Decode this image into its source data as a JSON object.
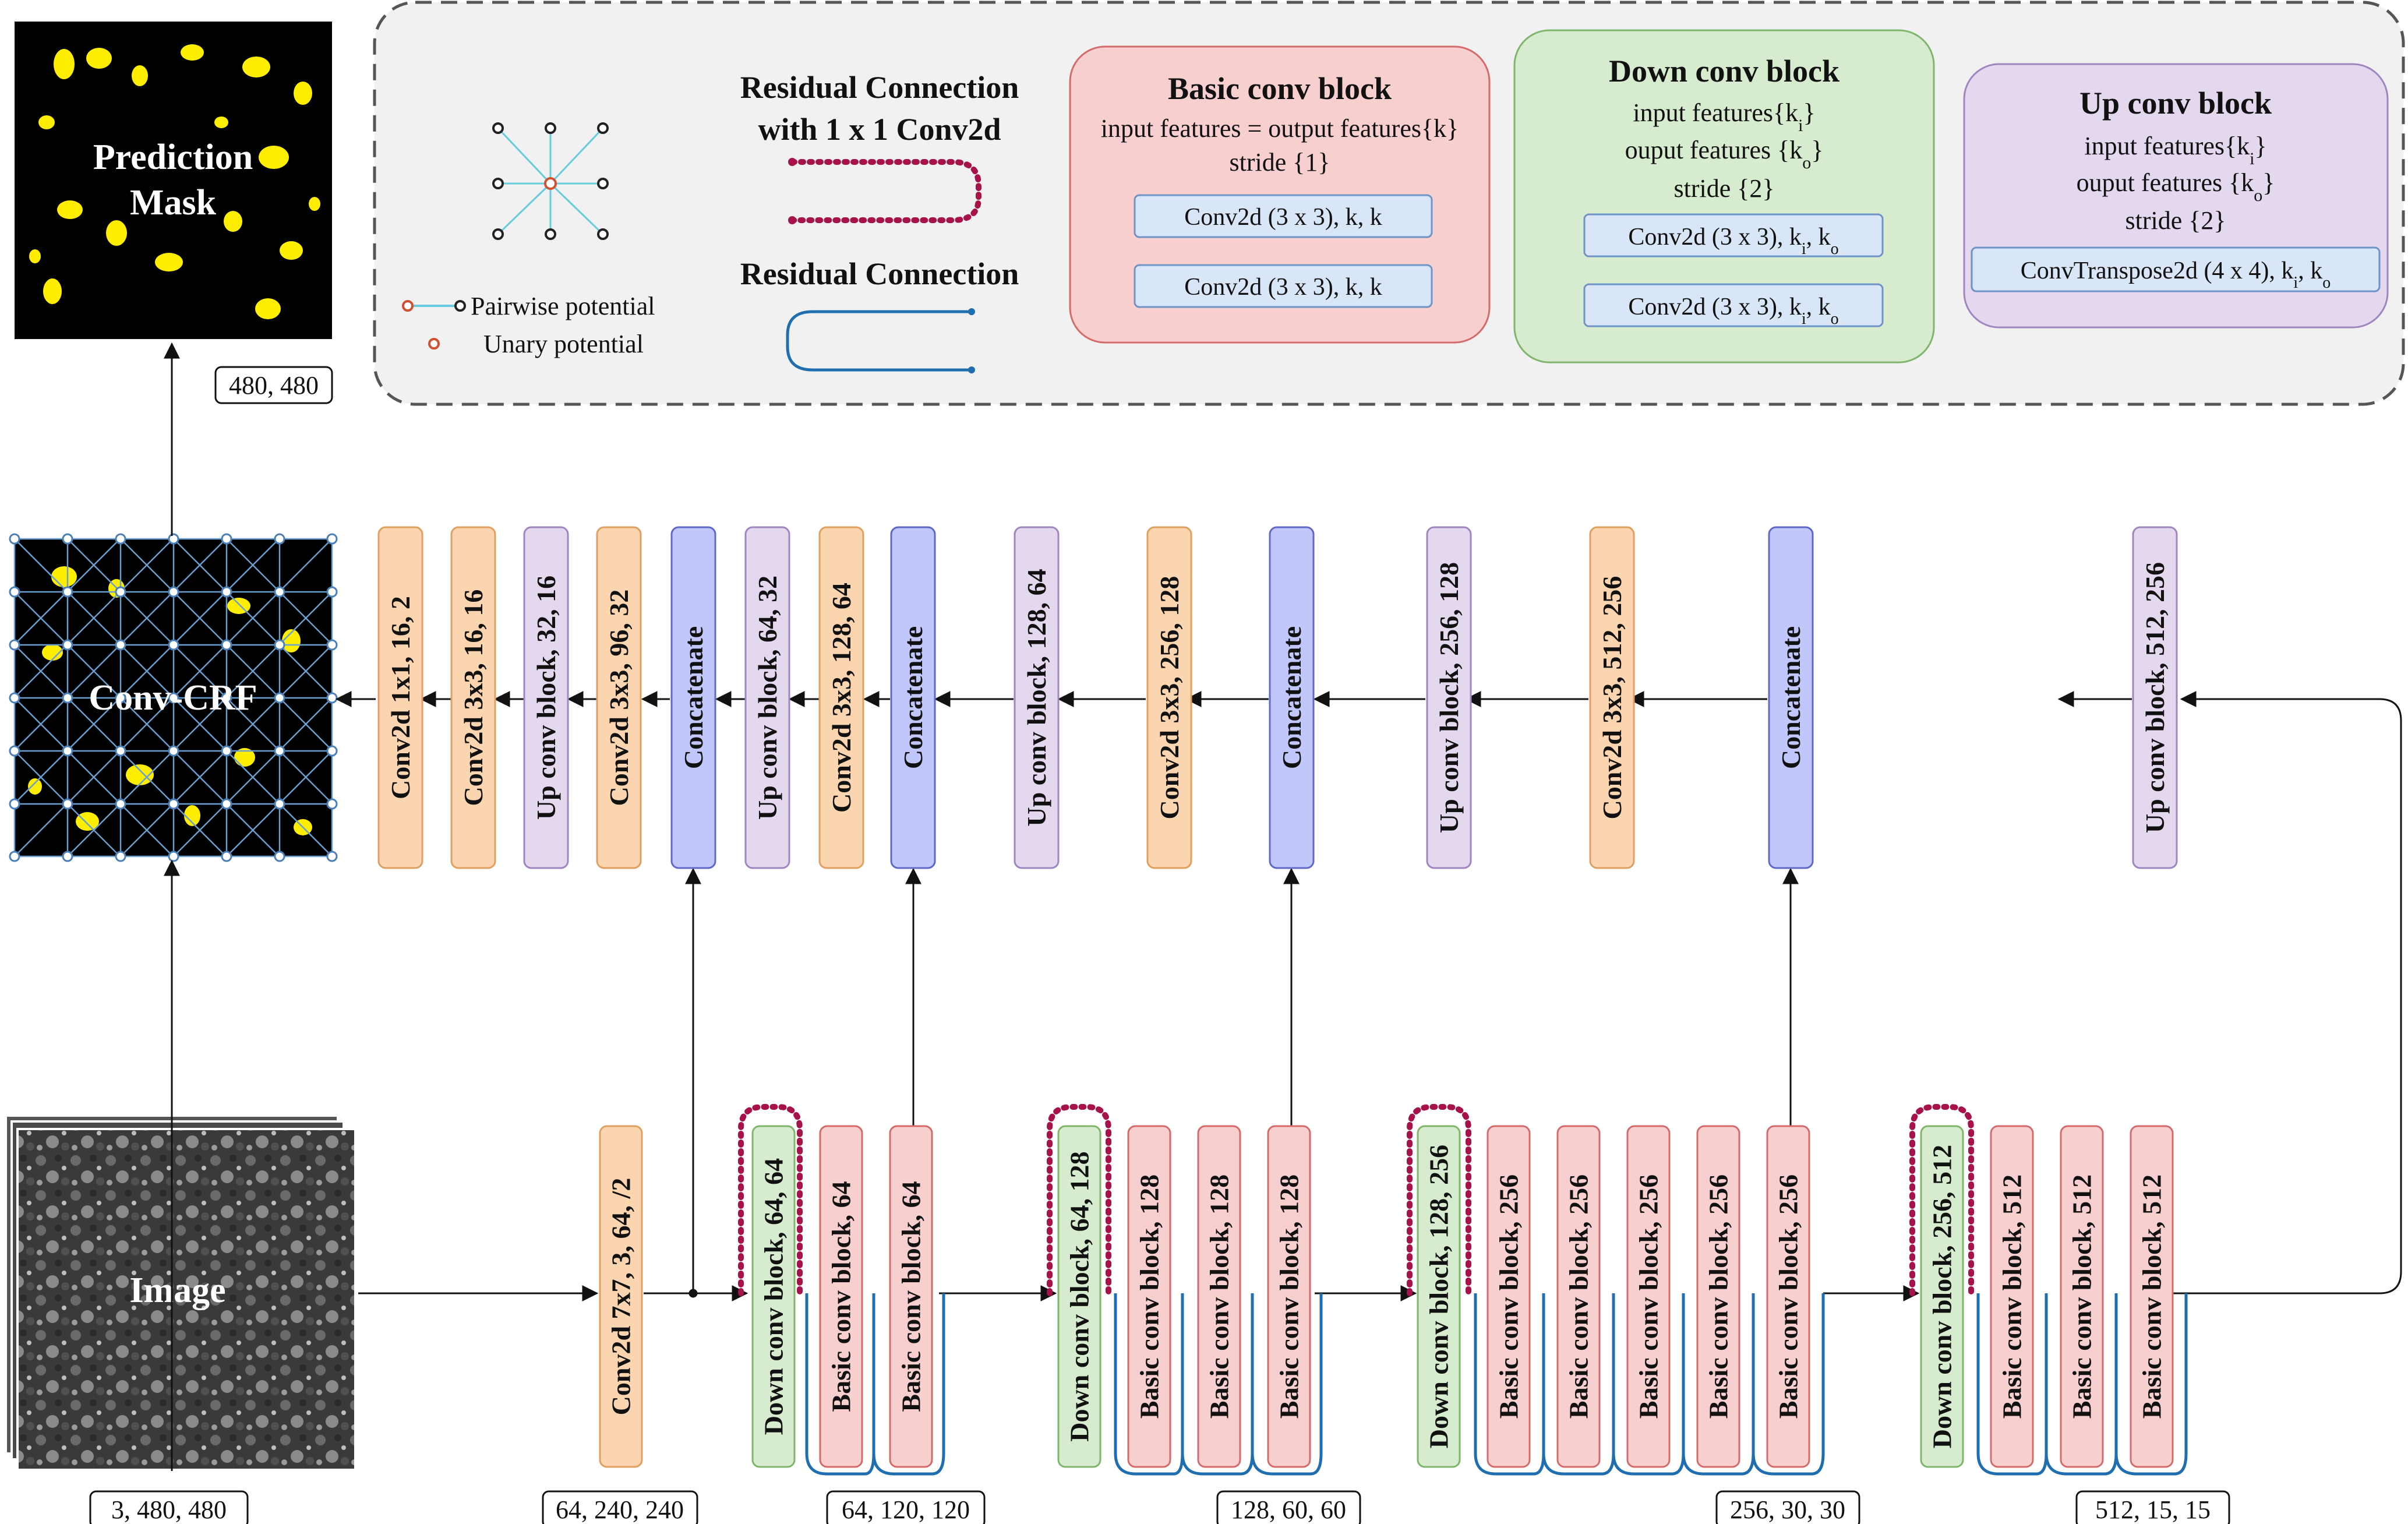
{
  "colors": {
    "orange": "#fbd5b0",
    "orange_stroke": "#e0a060",
    "purple": "#e3d8ee",
    "purple_stroke": "#9f86bf",
    "blue": "#c2c7fb",
    "blue_stroke": "#5e68c8",
    "green": "#d7ebcf",
    "green_stroke": "#7fb66b",
    "red": "#f8cfcf",
    "red_stroke": "#d46a6a",
    "op_fill": "#d9e6f7",
    "op_stroke": "#6f93c7",
    "residual_dotted": "#a8124a",
    "residual_solid": "#1f6fb0",
    "legend_bg": "#f1f1f1",
    "mask_yellow": "#ffee00"
  },
  "images": {
    "prediction_label": "Prediction Mask",
    "crf_label": "Conv-CRF",
    "input_label": "Image"
  },
  "shapes": {
    "mask": "480, 480",
    "input": "3, 480, 480",
    "s1": "64, 240, 240",
    "s2": "64, 120, 120",
    "s3": "128, 60, 60",
    "s4": "256, 30, 30",
    "s5": "512, 15, 15"
  },
  "legend": {
    "pairwise": "Pairwise potential",
    "unary": "Unary potential",
    "res1x1_line1": "Residual Connection",
    "res1x1_line2": "with 1 x 1 Conv2d",
    "res": "Residual Connection",
    "basic": {
      "title": "Basic conv block",
      "l1": "input features = output features{k}",
      "l2": "stride {1}",
      "op1": "Conv2d (3 x 3),   k,   k",
      "op2": "Conv2d (3 x 3),   k,   k"
    },
    "down": {
      "title": "Down conv block",
      "l1": "input features{k",
      "l1_sub": "i",
      "l2": "ouput features {k",
      "l2_sub": "o",
      "close": "}",
      "l3": "stride {2}",
      "op1": "Conv2d (3 x 3),   k",
      "op2": "Conv2d (3 x 3),   k",
      "op_sep": ",   k",
      "sub_i": "i",
      "sub_o": "o"
    },
    "up": {
      "title": "Up conv block",
      "l1": "input features{k",
      "l1_sub": "i",
      "l2": "ouput features {k",
      "l2_sub": "o",
      "close": "}",
      "l3": "stride {2}",
      "op1": "ConvTranspose2d (4 x 4),   k",
      "op_sep": ",   k",
      "sub_i": "i",
      "sub_o": "o"
    }
  },
  "decoder": [
    {
      "label": "Conv2d 1x1, 16, 2",
      "type": "orange"
    },
    {
      "label": "Conv2d 3x3, 16, 16",
      "type": "orange"
    },
    {
      "label": "Up conv block, 32, 16",
      "type": "purple"
    },
    {
      "label": "Conv2d 3x3, 96, 32",
      "type": "orange"
    },
    {
      "label": "Concatenate",
      "type": "blue"
    },
    {
      "label": "Up conv block, 64, 32",
      "type": "purple"
    },
    {
      "label": "Conv2d 3x3, 128, 64",
      "type": "orange"
    },
    {
      "label": "Concatenate",
      "type": "blue"
    },
    {
      "label": "Up conv block, 128, 64",
      "type": "purple"
    },
    {
      "label": "Conv2d 3x3, 256, 128",
      "type": "orange"
    },
    {
      "label": "Concatenate",
      "type": "blue"
    },
    {
      "label": "Up conv block, 256, 128",
      "type": "purple"
    },
    {
      "label": "Conv2d 3x3, 512, 256",
      "type": "orange"
    },
    {
      "label": "Concatenate",
      "type": "blue"
    },
    {
      "label": "Up conv block, 512, 256",
      "type": "purple"
    }
  ],
  "encoder": [
    {
      "label": "Conv2d 7x7, 3, 64, /2",
      "type": "orange"
    },
    {
      "label": "Down conv block, 64, 64",
      "type": "green"
    },
    {
      "label": "Basic conv block, 64",
      "type": "red"
    },
    {
      "label": "Basic conv block, 64",
      "type": "red"
    },
    {
      "label": "Down conv block, 64, 128",
      "type": "green"
    },
    {
      "label": "Basic conv block, 128",
      "type": "red"
    },
    {
      "label": "Basic conv block, 128",
      "type": "red"
    },
    {
      "label": "Basic conv block, 128",
      "type": "red"
    },
    {
      "label": "Down conv block, 128, 256",
      "type": "green"
    },
    {
      "label": "Basic conv block, 256",
      "type": "red"
    },
    {
      "label": "Basic conv block, 256",
      "type": "red"
    },
    {
      "label": "Basic conv block, 256",
      "type": "red"
    },
    {
      "label": "Basic conv block, 256",
      "type": "red"
    },
    {
      "label": "Basic conv block, 256",
      "type": "red"
    },
    {
      "label": "Down conv block, 256, 512",
      "type": "green"
    },
    {
      "label": "Basic conv block, 512",
      "type": "red"
    },
    {
      "label": "Basic conv block, 512",
      "type": "red"
    },
    {
      "label": "Basic conv block, 512",
      "type": "red"
    }
  ]
}
